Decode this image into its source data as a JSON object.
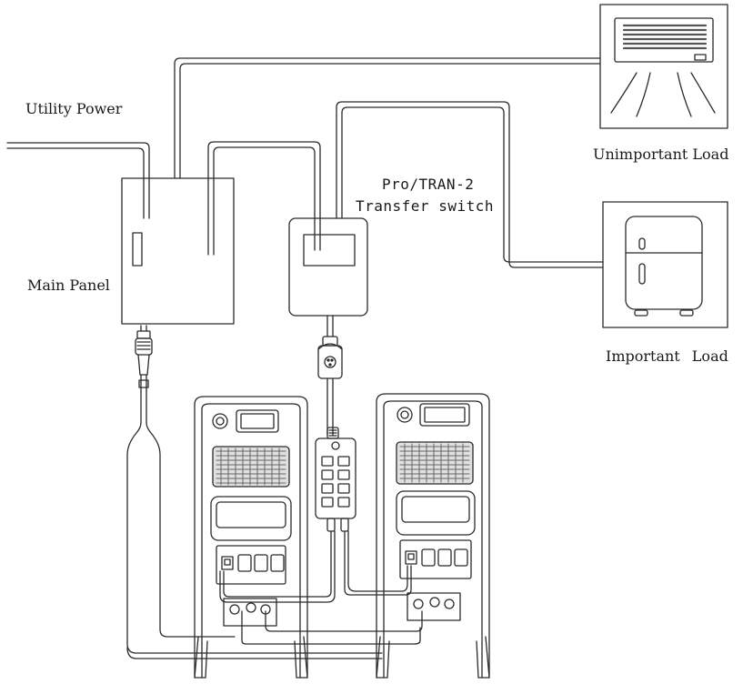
{
  "labels": {
    "utility_power": "Utility Power",
    "main_panel": "Main Panel",
    "transfer_switch_model": "Pro/TRAN-2",
    "transfer_switch_name": "Transfer switch",
    "unimportant_load": "Unimportant Load",
    "important_load": "Important Load"
  },
  "icons": {
    "air_conditioner": "air-conditioner-icon",
    "refrigerator": "refrigerator-icon",
    "power_station": "power-station-icon",
    "power_plug": "plug-icon",
    "hub": "hub-icon"
  },
  "colors": {
    "line": "#2a2a2a",
    "background": "#ffffff",
    "grille": "#555555"
  }
}
